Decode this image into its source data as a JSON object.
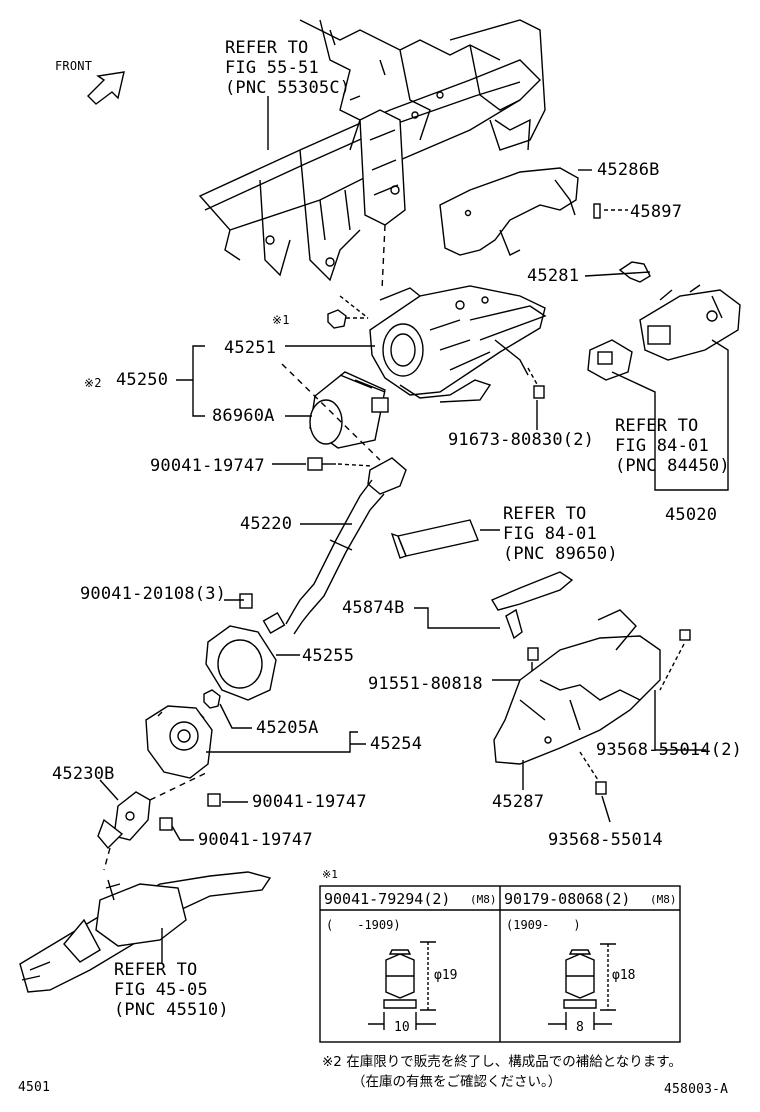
{
  "front_label": "FRONT",
  "refs": {
    "ref_55": [
      "REFER TO",
      "FIG 55-51",
      "(PNC 55305C)"
    ],
    "ref_84_a": [
      "REFER TO",
      "FIG 84-01",
      "(PNC 84450)"
    ],
    "ref_84_b": [
      "REFER TO",
      "FIG 84-01",
      "(PNC 89650)"
    ],
    "ref_45": [
      "REFER TO",
      "FIG 45-05",
      "(PNC 45510)"
    ]
  },
  "parts": {
    "p45286B": "45286B",
    "p45897": "45897",
    "p45281": "45281",
    "p1": "※1",
    "p45251": "45251",
    "p45250_mark": "※2",
    "p45250": "45250",
    "p86960A": "86960A",
    "p91673": "91673-80830(2)",
    "p45020": "45020",
    "p90041_a": "90041-19747",
    "p45220": "45220",
    "p90041_20108": "90041-20108(3)",
    "p45874B": "45874B",
    "p45255": "45255",
    "p91551": "91551-80818",
    "p45205A": "45205A",
    "p45254": "45254",
    "p93568_2": "93568-55014(2)",
    "p45230B": "45230B",
    "p90041_b": "90041-19747",
    "p45287": "45287",
    "p90041_c": "90041-19747",
    "p93568": "93568-55014"
  },
  "table": {
    "note_mark": "※1",
    "col1_part": "90041-79294(2)",
    "col1_spec": "(M8)",
    "col1_range": "(　　-1909)",
    "col1_dim_dia": "φ19",
    "col1_dim_w": "10",
    "col2_part": "90179-08068(2)",
    "col2_spec": "(M8)",
    "col2_range": "(1909-　　)",
    "col2_dim_dia": "φ18",
    "col2_dim_w": "8"
  },
  "footer": {
    "note2_line1": "※2 在庫限りで販売を終了し、構成品での補給となります。",
    "note2_line2": "（在庫の有無をご確認ください。）",
    "page_left": "4501",
    "page_right": "458003-A"
  }
}
